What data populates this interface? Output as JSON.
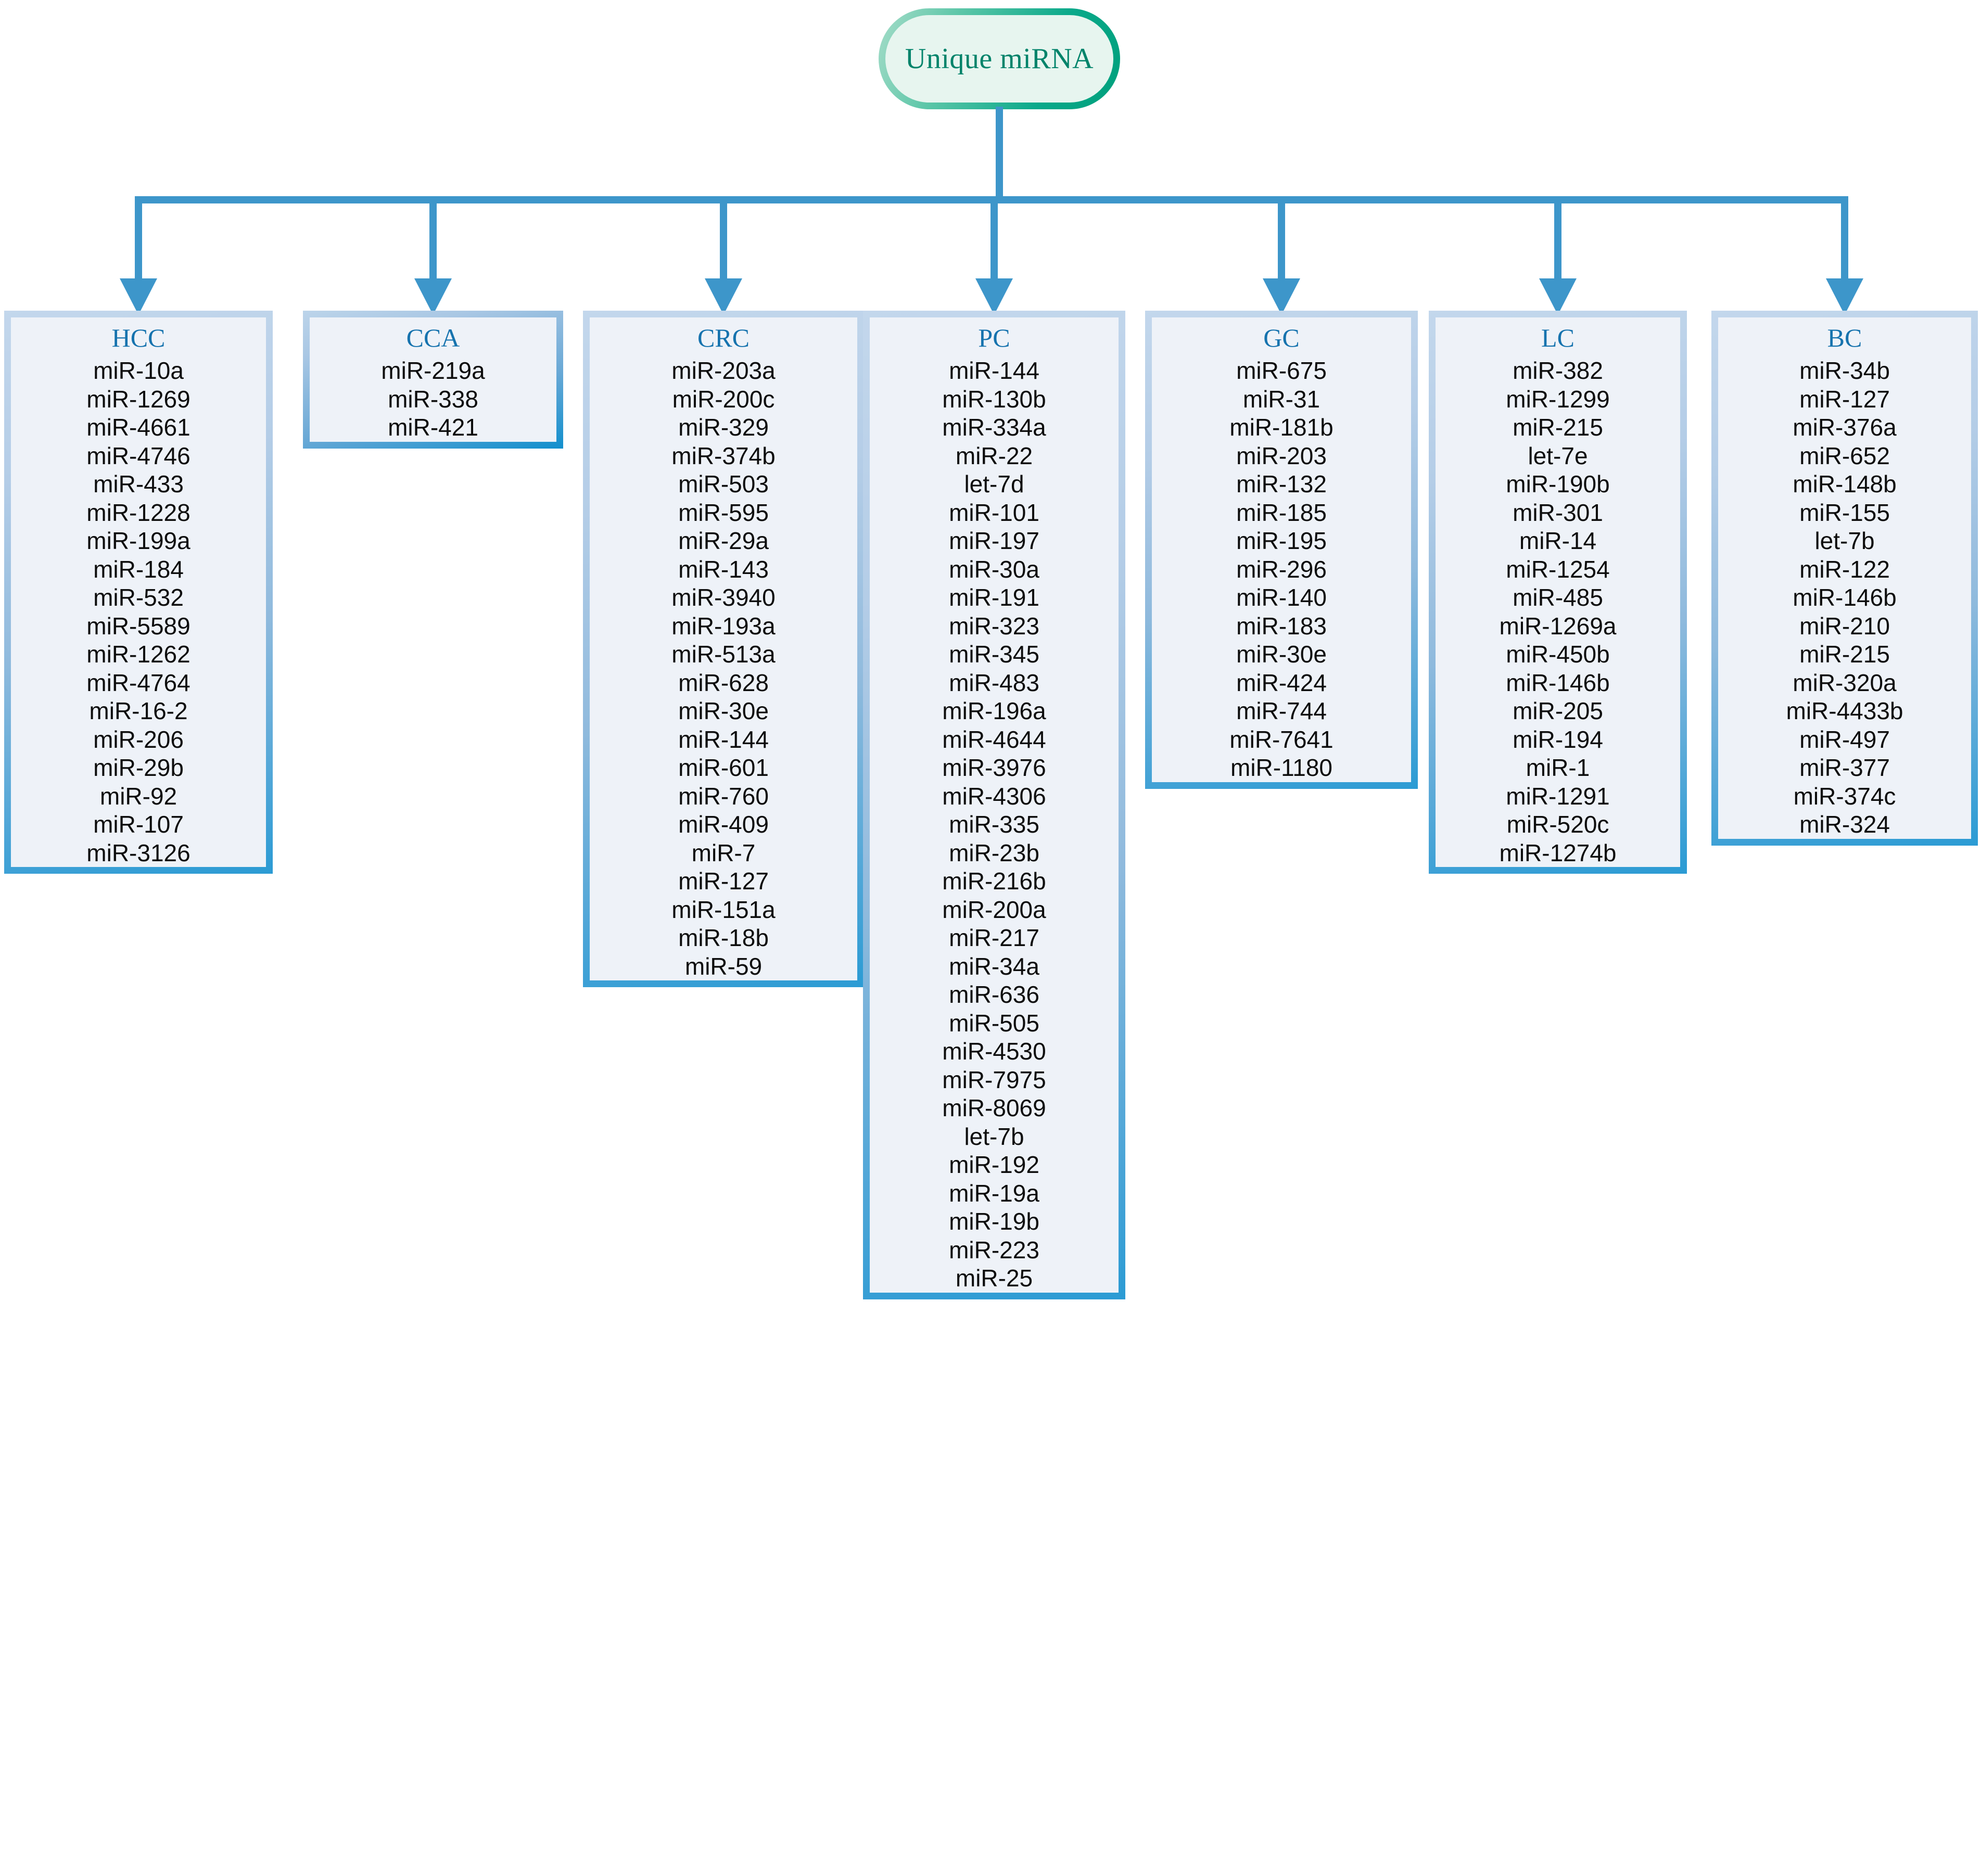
{
  "diagram": {
    "root": {
      "label": "Unique miRNA"
    },
    "accent_colors": {
      "root_border": "#00a884",
      "root_fill": "#e7f5ef",
      "root_text": "#00836a",
      "connector": "#3d96ca",
      "box_border": "#128fcd",
      "box_fill": "#eef2f8",
      "title_text": "#1673ae",
      "item_text": "#0d0d0d"
    },
    "categories": [
      {
        "id": "hcc",
        "title": "HCC",
        "items": [
          "miR-10a",
          "miR-1269",
          "miR-4661",
          "miR-4746",
          "miR-433",
          "miR-1228",
          "miR-199a",
          "miR-184",
          "miR-532",
          "miR-5589",
          "miR-1262",
          "miR-4764",
          "miR-16-2",
          "miR-206",
          "miR-29b",
          "miR-92",
          "miR-107",
          "miR-3126"
        ]
      },
      {
        "id": "cca",
        "title": "CCA",
        "items": [
          "miR-219a",
          "miR-338",
          "miR-421"
        ]
      },
      {
        "id": "crc",
        "title": "CRC",
        "items": [
          "miR-203a",
          "miR-200c",
          "miR-329",
          "miR-374b",
          "miR-503",
          "miR-595",
          "miR-29a",
          "miR-143",
          "miR-3940",
          "miR-193a",
          "miR-513a",
          "miR-628",
          "miR-30e",
          "miR-144",
          "miR-601",
          "miR-760",
          "miR-409",
          "miR-7",
          "miR-127",
          "miR-151a",
          "miR-18b",
          "miR-59"
        ]
      },
      {
        "id": "pc",
        "title": "PC",
        "items": [
          "miR-144",
          "miR-130b",
          "miR-334a",
          "miR-22",
          "let-7d",
          "miR-101",
          "miR-197",
          "miR-30a",
          "miR-191",
          "miR-323",
          "miR-345",
          "miR-483",
          "miR-196a",
          "miR-4644",
          "miR-3976",
          "miR-4306",
          "miR-335",
          "miR-23b",
          "miR-216b",
          "miR-200a",
          "miR-217",
          "miR-34a",
          "miR-636",
          "miR-505",
          "miR-4530",
          "miR-7975",
          "miR-8069",
          "let-7b",
          "miR-192",
          "miR-19a",
          "miR-19b",
          "miR-223",
          "miR-25"
        ]
      },
      {
        "id": "gc",
        "title": "GC",
        "items": [
          "miR-675",
          "miR-31",
          "miR-181b",
          "miR-203",
          "miR-132",
          "miR-185",
          "miR-195",
          "miR-296",
          "miR-140",
          "miR-183",
          "miR-30e",
          "miR-424",
          "miR-744",
          "miR-7641",
          "miR-1180"
        ]
      },
      {
        "id": "lc",
        "title": "LC",
        "items": [
          "miR-382",
          "miR-1299",
          "miR-215",
          "let-7e",
          "miR-190b",
          "miR-301",
          "miR-14",
          "miR-1254",
          "miR-485",
          "miR-1269a",
          "miR-450b",
          "miR-146b",
          "miR-205",
          "miR-194",
          "miR-1",
          "miR-1291",
          "miR-520c",
          "miR-1274b"
        ]
      },
      {
        "id": "bc",
        "title": "BC",
        "items": [
          "miR-34b",
          "miR-127",
          "miR-376a",
          "miR-652",
          "miR-148b",
          "miR-155",
          "let-7b",
          "miR-122",
          "miR-146b",
          "miR-210",
          "miR-215",
          "miR-320a",
          "miR-4433b",
          "miR-497",
          "miR-377",
          "miR-374c",
          "miR-324"
        ]
      }
    ]
  }
}
